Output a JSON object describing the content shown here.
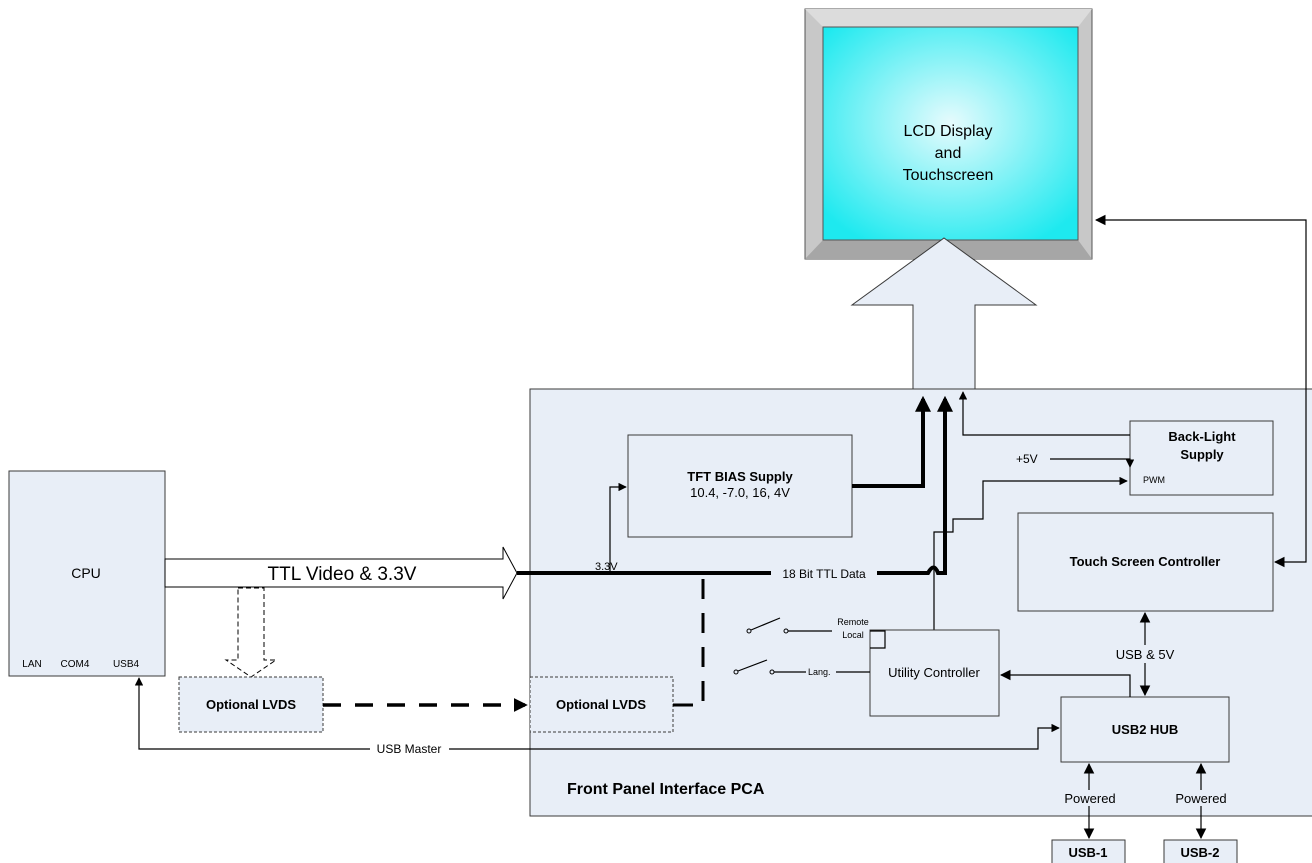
{
  "lcd": {
    "line1": "LCD Display",
    "line2": "and",
    "line3": "Touchscreen"
  },
  "cpu": {
    "title": "CPU",
    "lan": "LAN",
    "com4": "COM4",
    "usb4": "USB4"
  },
  "bus": {
    "ttl_video": "TTL Video & 3.3V",
    "ttl_data": "18 Bit TTL Data",
    "v33": "3.3V"
  },
  "tft": {
    "title": "TFT BIAS Supply",
    "values": "10.4, -7.0, 16, 4V"
  },
  "backlight": {
    "line1": "Back-Light",
    "line2": "Supply",
    "pwm": "PWM",
    "v5": "+5V"
  },
  "touch": {
    "title": "Touch Screen Controller"
  },
  "utility": {
    "title": "Utility Controller",
    "remote": "Remote",
    "local": "Local",
    "lang": "Lang."
  },
  "lvds": {
    "left": "Optional LVDS",
    "right": "Optional LVDS"
  },
  "hub": {
    "title": "USB2 HUB",
    "usb5v": "USB & 5V"
  },
  "usb": {
    "master": "USB Master",
    "powered1": "Powered",
    "powered2": "Powered",
    "port1": "USB-1",
    "port2": "USB-2"
  },
  "pca": {
    "title": "Front Panel Interface PCA"
  },
  "colors": {
    "panel": "#e8eef7",
    "lcd_center": "#e6fbfd",
    "lcd_edge": "#1ee9ef",
    "bezel": "#bfbfbf"
  }
}
